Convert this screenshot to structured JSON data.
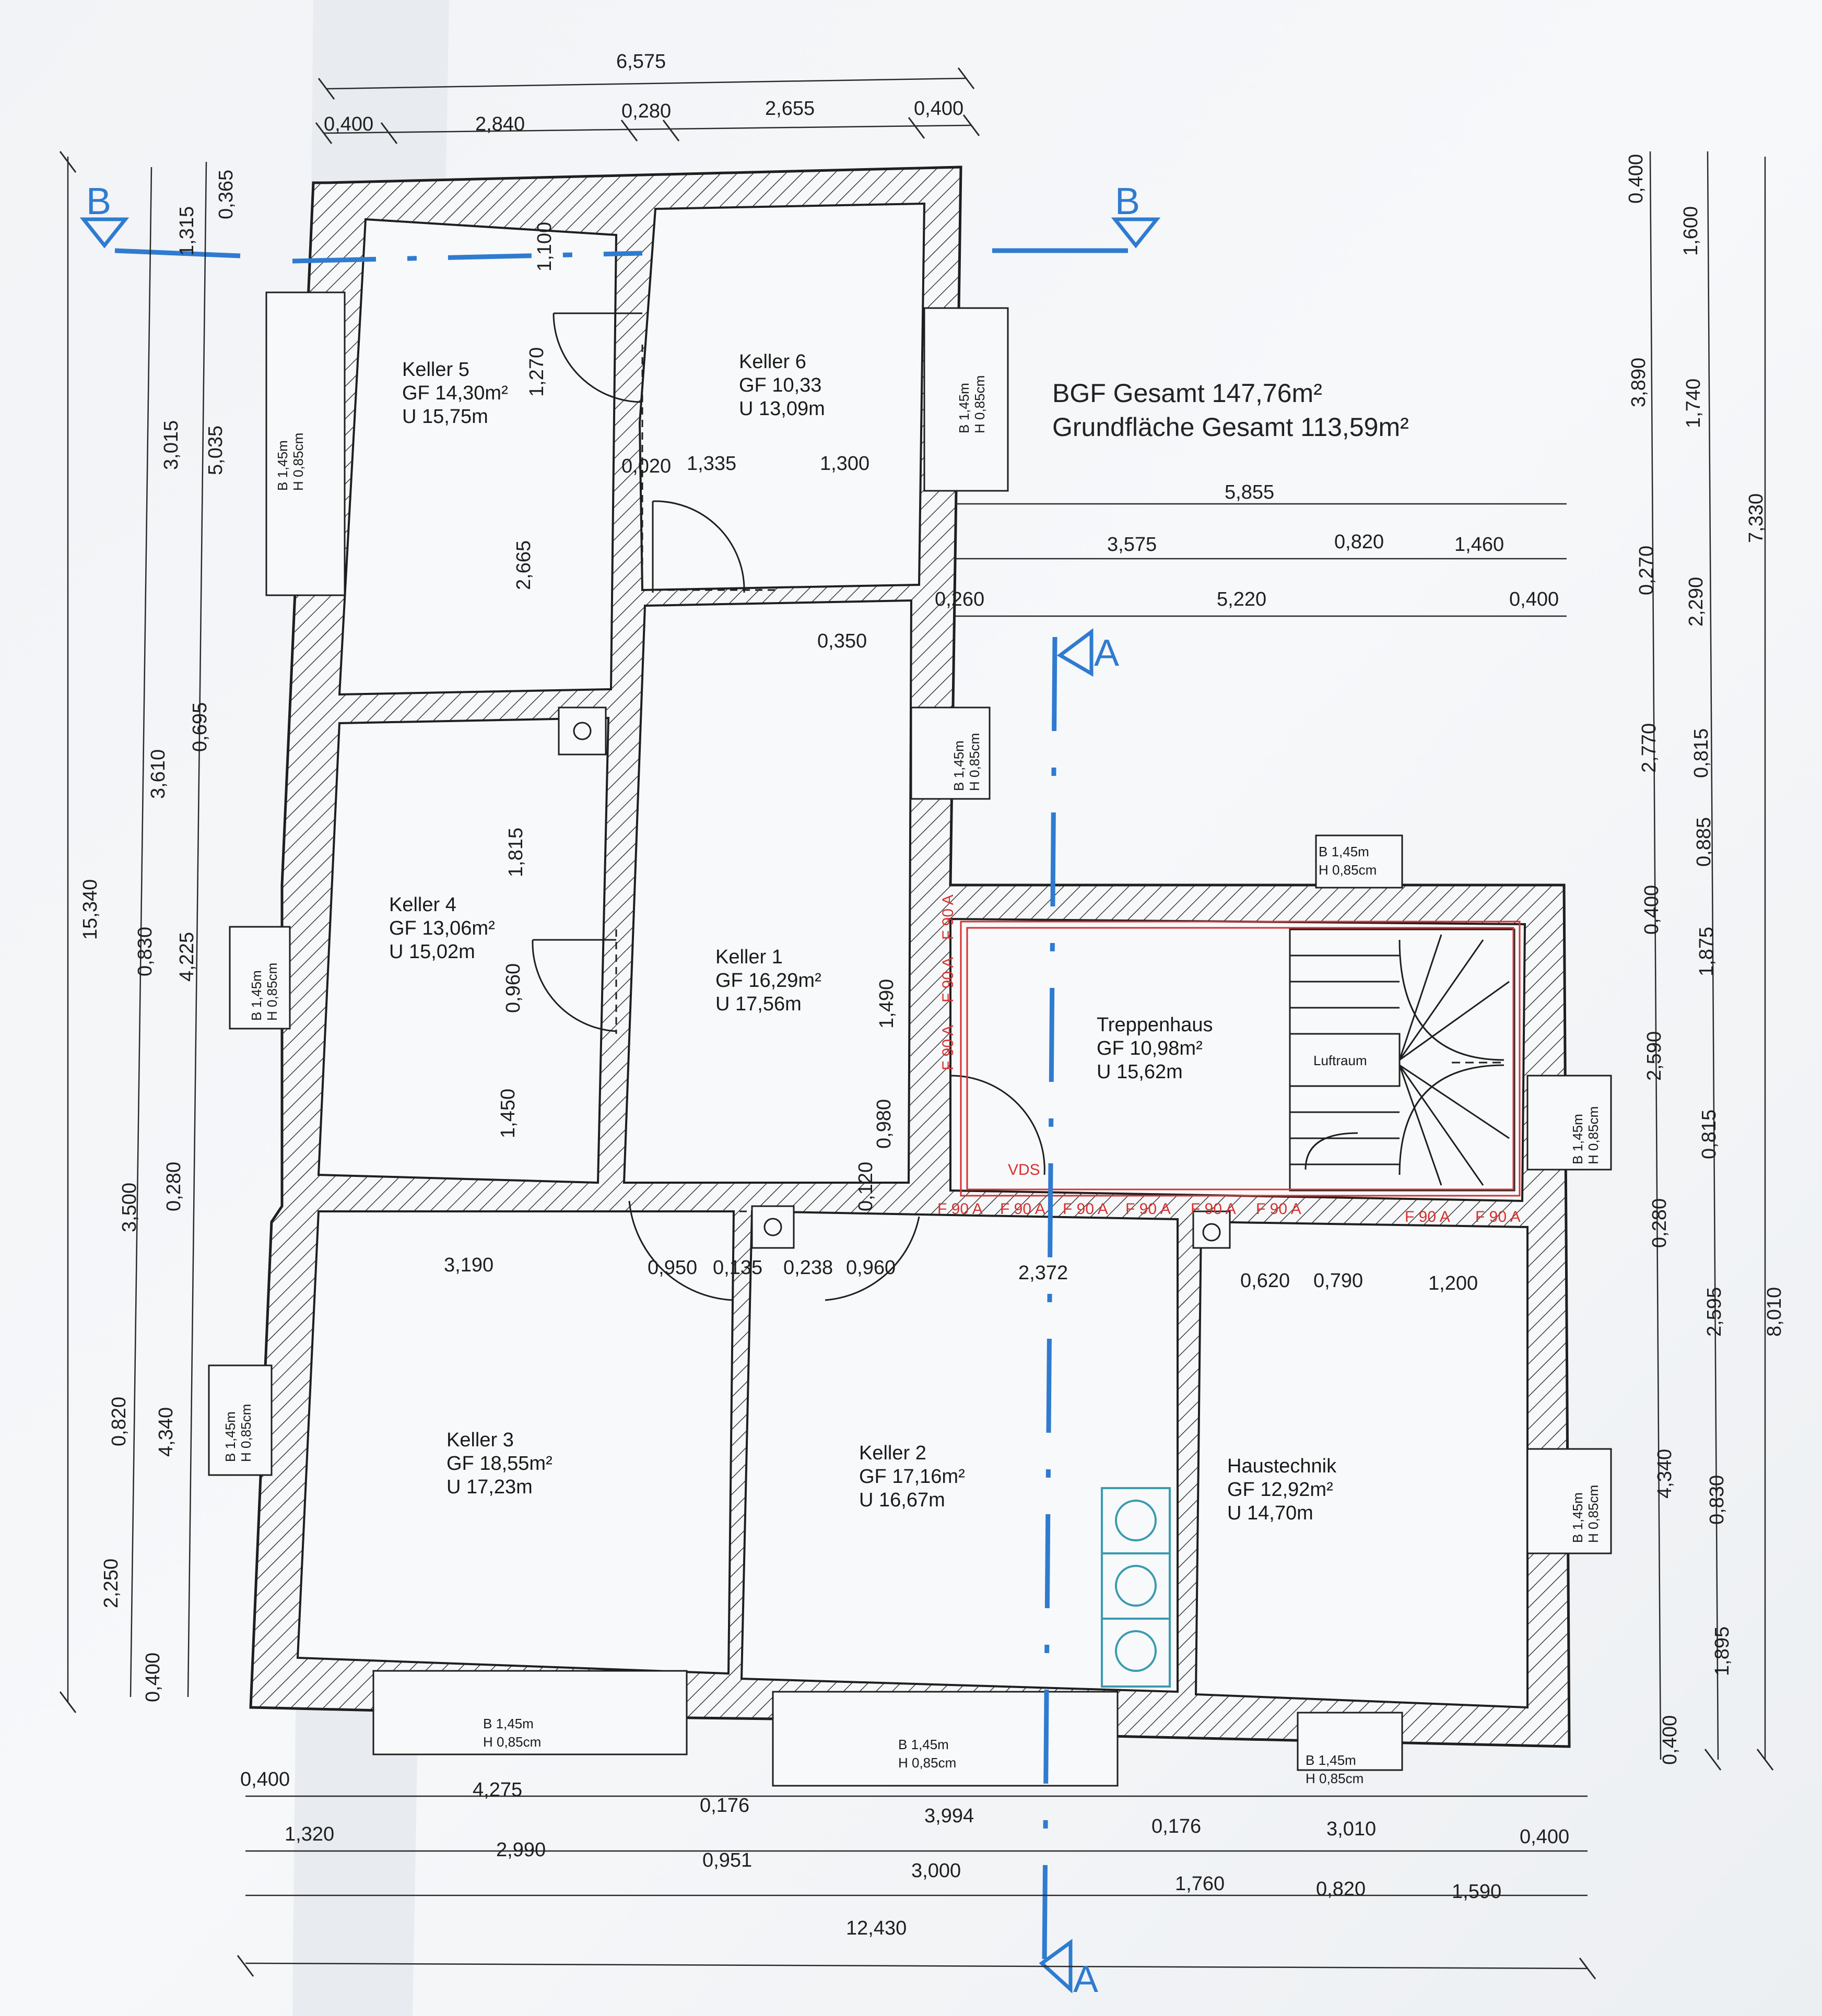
{
  "totals": {
    "bgf": "BGF Gesamt 147,76m²",
    "grundflaeche": "Grundfläche Gesamt  113,59m²"
  },
  "rooms": [
    {
      "id": "keller5",
      "name": "Keller 5",
      "gf": "GF 14,30m²",
      "u": "U   15,75m"
    },
    {
      "id": "keller6",
      "name": "Keller 6",
      "gf": "GF 10,33",
      "u": "U   13,09m"
    },
    {
      "id": "keller4",
      "name": "Keller 4",
      "gf": "GF 13,06m²",
      "u": "U   15,02m"
    },
    {
      "id": "keller1",
      "name": "Keller 1",
      "gf": "GF 16,29m²",
      "u": "U   17,56m"
    },
    {
      "id": "treppenhaus",
      "name": "Treppenhaus",
      "gf": "GF 10,98m²",
      "u": "U   15,62m"
    },
    {
      "id": "keller3",
      "name": "Keller 3",
      "gf": "GF 18,55m²",
      "u": "U   17,23m"
    },
    {
      "id": "keller2",
      "name": "Keller 2",
      "gf": "GF 17,16m²",
      "u": "U   16,67m"
    },
    {
      "id": "haustechnik",
      "name": "Haustechnik",
      "gf": "GF 12,92m²",
      "u": "U   14,70m"
    }
  ],
  "window_labels": {
    "b": "B 1,45m",
    "h": "H 0,85cm"
  },
  "luftraum": "Luftraum",
  "vds": "VDS",
  "fire_label": "F 90 A",
  "section_labels": {
    "a": "A",
    "b": "B"
  },
  "dims_top": [
    "6,575",
    "0,400",
    "2,840",
    "0,280",
    "2,655",
    "0,400"
  ],
  "dims_left_outer": [
    "15,340"
  ],
  "dims_left_mid": [
    "3,015",
    "3,610",
    "0,830",
    "3,500",
    "0,820",
    "2,250"
  ],
  "dims_left_inner": [
    "0,365",
    "1,315",
    "5,035",
    "0,695",
    "4,225",
    "0,280",
    "4,340",
    "0,400"
  ],
  "dims_right_outer": [
    "7,330",
    "8,010"
  ],
  "dims_right_mid": [
    "1,600",
    "1,740",
    "2,290",
    "0,815",
    "0,885",
    "1,875",
    "0,815",
    "2,595",
    "0,830",
    "1,895"
  ],
  "dims_right_inner": [
    "0,400",
    "3,890",
    "0,270",
    "2,770",
    "0,400",
    "2,590",
    "0,280",
    "4,340",
    "0,400"
  ],
  "dims_interior": [
    "1,100",
    "1,270",
    "2,665",
    "0,020",
    "1,335",
    "1,300",
    "5,855",
    "3,575",
    "0,820",
    "1,460",
    "0,260",
    "5,220",
    "0,400",
    "0,350",
    "1,815",
    "0,960",
    "1,450",
    "1,490",
    "0,980",
    "0,120",
    "3,190",
    "0,950",
    "0,135",
    "0,238",
    "0,960",
    "2,372",
    "0,620",
    "0,790",
    "1,200"
  ],
  "dims_bottom": [
    "0,400",
    "4,275",
    "0,176",
    "3,994",
    "0,176",
    "3,010",
    "0,400",
    "1,320",
    "2,990",
    "0,951",
    "3,000",
    "1,760",
    "0,820",
    "1,590",
    "12,430"
  ]
}
